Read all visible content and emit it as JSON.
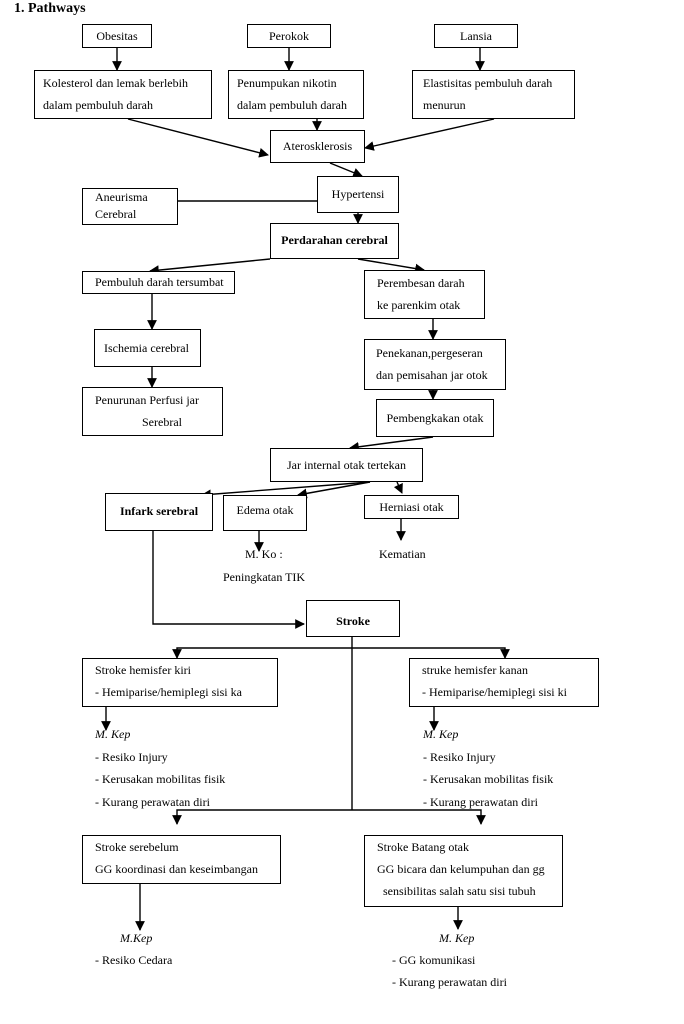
{
  "title": "1.   Pathways",
  "nodes": {
    "obesitas": "Obesitas",
    "perokok": "Perokok",
    "lansia": "Lansia",
    "kolesterol": [
      "Kolesterol dan lemak berlebih",
      "dalam pembuluh darah"
    ],
    "nikotin": [
      "Penumpukan nikotin",
      "dalam pembuluh darah"
    ],
    "elastisitas": [
      "Elastisitas pembuluh darah",
      "menurun"
    ],
    "aterosklerosis": "Aterosklerosis",
    "aneurisma": [
      "Aneurisma",
      "Cerebral"
    ],
    "hipertensi": "Hypertensi",
    "perdarahan": "Perdarahan cerebral",
    "tersumbat": "Pembuluh darah tersumbat",
    "perembesan": [
      "Perembesan darah",
      "ke parenkim otak"
    ],
    "ischemia": "Ischemia cerebral",
    "penekanan": [
      "Penekanan,pergeseran",
      "dan pemisahan jar otok"
    ],
    "penurunan": [
      "Penurunan Perfusi jar",
      "Serebral"
    ],
    "pembengkakan": "Pembengkakan otak",
    "jar_internal": "Jar internal otak tertekan",
    "infark": "Infark serebral",
    "edema": "Edema otak",
    "herniasi": "Herniasi otak",
    "stroke": "Stroke",
    "hemisfer_kiri": [
      "Stroke hemisfer kiri",
      " - Hemiparise/hemiplegi sisi ka"
    ],
    "hemisfer_kanan": [
      "struke hemisfer kanan",
      " - Hemiparise/hemiplegi sisi ki"
    ],
    "serebelum": [
      "Stroke serebelum",
      "GG koordinasi dan keseimbangan"
    ],
    "batang_otak": [
      "Stroke Batang otak",
      "GG bicara dan kelumpuhan dan gg",
      "sensibilitas salah satu sisi tubuh"
    ]
  },
  "texts": {
    "mko": "M. Ko :",
    "peningkatan": "Peningkatan TIK",
    "kematian": "Kematian",
    "mkep_left": "M. Kep",
    "mkep_left_items": [
      "- Resiko Injury",
      "- Kerusakan mobilitas fisik",
      "- Kurang perawatan diri"
    ],
    "mkep_right": "M. Kep",
    "mkep_right_items": [
      "- Resiko Injury",
      "- Kerusakan mobilitas fisik",
      "- Kurang perawatan diri"
    ],
    "mkep_bl": "M.Kep",
    "mkep_bl_items": [
      "- Resiko Cedara"
    ],
    "mkep_br": "M. Kep",
    "mkep_br_items": [
      "- GG komunikasi",
      "- Kurang perawatan diri"
    ]
  }
}
